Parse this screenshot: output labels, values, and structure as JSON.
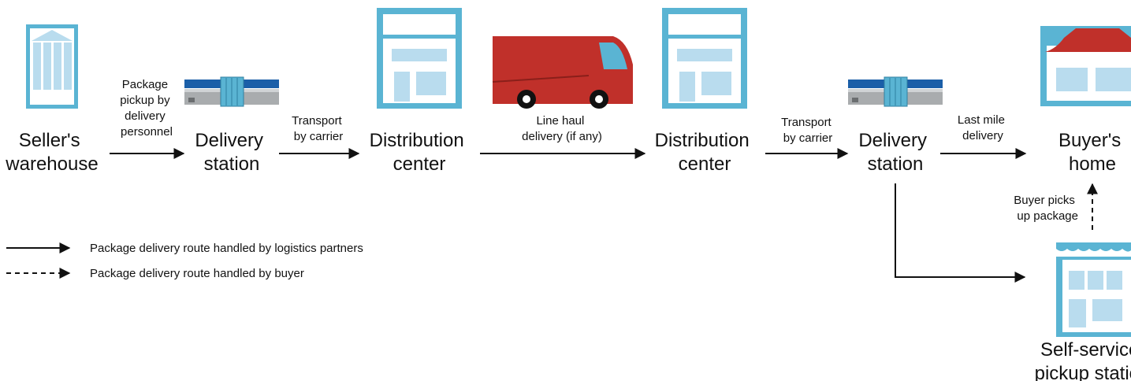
{
  "nodes": {
    "sellers_warehouse": [
      "Seller's",
      "warehouse"
    ],
    "delivery_station_1": [
      "Delivery",
      "station"
    ],
    "distribution_center_1": [
      "Distribution",
      "center"
    ],
    "distribution_center_2": [
      "Distribution",
      "center"
    ],
    "delivery_station_2": [
      "Delivery",
      "station"
    ],
    "buyers_home": [
      "Buyer's",
      "home"
    ],
    "self_service_pickup": [
      "Self-service",
      "pickup station"
    ]
  },
  "edges": {
    "pickup": [
      "Package",
      "pickup by",
      "delivery",
      "personnel"
    ],
    "transport_1": [
      "Transport",
      "by carrier"
    ],
    "line_haul": [
      "Line haul",
      "delivery (if any)"
    ],
    "transport_2": [
      "Transport",
      "by carrier"
    ],
    "last_mile": [
      "Last mile",
      "delivery"
    ],
    "buyer_pickup": [
      "Buyer picks",
      "up package"
    ]
  },
  "legend": {
    "solid": "Package delivery route handled by logistics partners",
    "dashed": "Package delivery route handled by buyer"
  },
  "colors": {
    "building_blue": "#5ab4d3",
    "window_blue": "#b9dcee",
    "truck_red": "#c0302a",
    "roof_red": "#c0302a",
    "conveyor_blue": "#1b5fa8",
    "conveyor_gray": "#a9acae",
    "arrow": "#111111"
  },
  "icons": {
    "sellers_warehouse": "warehouse-icon",
    "delivery_station_1": "conveyor-icon",
    "distribution_center_1": "distribution-building-icon",
    "line_haul": "truck-icon",
    "distribution_center_2": "distribution-building-icon",
    "delivery_station_2": "conveyor-icon",
    "buyers_home": "house-icon",
    "self_service_pickup": "storefront-icon"
  }
}
